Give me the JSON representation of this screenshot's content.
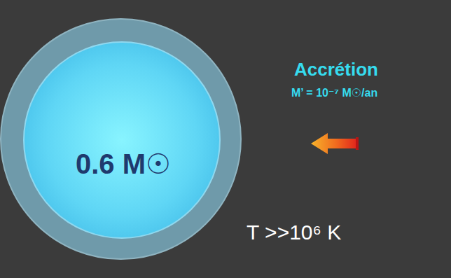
{
  "diagram": {
    "nodes": [
      {
        "text": [
          "T >>10⁶ K"
        ]
      },
      {
        "text": [
          "0.6 M☉"
        ],
        "in": 0
      }
    ],
    "labels": [
      "Accrétion",
      "M’ = 10⁻⁷ M☉/an"
    ]
  }
}
